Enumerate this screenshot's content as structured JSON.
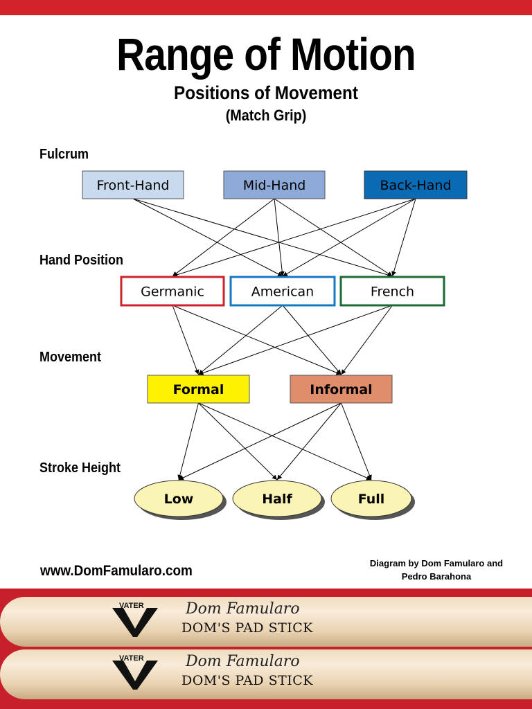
{
  "header": {
    "title": "Range of Motion",
    "subtitle": "Positions of Movement",
    "subtitle2": "(Match Grip)"
  },
  "rows": {
    "fulcrum": "Fulcrum",
    "hand_position": "Hand Position",
    "movement": "Movement",
    "stroke_height": "Stroke Height"
  },
  "nodes": [
    {
      "id": "front-hand",
      "label": "Front-Hand",
      "shape": "rect",
      "fill": "#c9d9ee",
      "stroke": "#555555",
      "text": "#000000"
    },
    {
      "id": "mid-hand",
      "label": "Mid-Hand",
      "shape": "rect",
      "fill": "#8eaad8",
      "stroke": "#555555",
      "text": "#000000"
    },
    {
      "id": "back-hand",
      "label": "Back-Hand",
      "shape": "rect",
      "fill": "#0a6ab4",
      "stroke": "#333333",
      "text": "#000000"
    },
    {
      "id": "germanic",
      "label": "Germanic",
      "shape": "rect",
      "fill": "#ffffff",
      "stroke": "#cc2229",
      "text": "#000000"
    },
    {
      "id": "american",
      "label": "American",
      "shape": "rect",
      "fill": "#ffffff",
      "stroke": "#1479c2",
      "text": "#000000"
    },
    {
      "id": "french",
      "label": "French",
      "shape": "rect",
      "fill": "#ffffff",
      "stroke": "#1a6b34",
      "text": "#000000"
    },
    {
      "id": "formal",
      "label": "Formal",
      "shape": "rect",
      "fill": "#fff200",
      "stroke": "#555555",
      "text": "#000000"
    },
    {
      "id": "informal",
      "label": "Informal",
      "shape": "rect",
      "fill": "#e08d6c",
      "stroke": "#555555",
      "text": "#000000"
    },
    {
      "id": "low",
      "label": "Low",
      "shape": "ellipse",
      "fill": "#fbf5b5",
      "stroke": "#333333",
      "text": "#000000"
    },
    {
      "id": "half",
      "label": "Half",
      "shape": "ellipse",
      "fill": "#fbf5b5",
      "stroke": "#333333",
      "text": "#000000"
    },
    {
      "id": "full",
      "label": "Full",
      "shape": "ellipse",
      "fill": "#fbf5b5",
      "stroke": "#333333",
      "text": "#000000"
    }
  ],
  "edges": [
    [
      "front-hand",
      "american"
    ],
    [
      "front-hand",
      "french"
    ],
    [
      "mid-hand",
      "germanic"
    ],
    [
      "mid-hand",
      "american"
    ],
    [
      "mid-hand",
      "french"
    ],
    [
      "back-hand",
      "germanic"
    ],
    [
      "back-hand",
      "american"
    ],
    [
      "back-hand",
      "french"
    ],
    [
      "germanic",
      "formal"
    ],
    [
      "germanic",
      "informal"
    ],
    [
      "american",
      "formal"
    ],
    [
      "american",
      "informal"
    ],
    [
      "french",
      "formal"
    ],
    [
      "french",
      "informal"
    ],
    [
      "formal",
      "low"
    ],
    [
      "formal",
      "half"
    ],
    [
      "formal",
      "full"
    ],
    [
      "informal",
      "low"
    ],
    [
      "informal",
      "half"
    ],
    [
      "informal",
      "full"
    ]
  ],
  "footer": {
    "website": "www.DomFamularo.com",
    "credit_line1": "Diagram by Dom Famularo and",
    "credit_line2": "Pedro Barahona"
  },
  "sticks": {
    "brand": "VATER",
    "signature": "Dom Famularo",
    "product": "DOM'S PAD STICK"
  }
}
